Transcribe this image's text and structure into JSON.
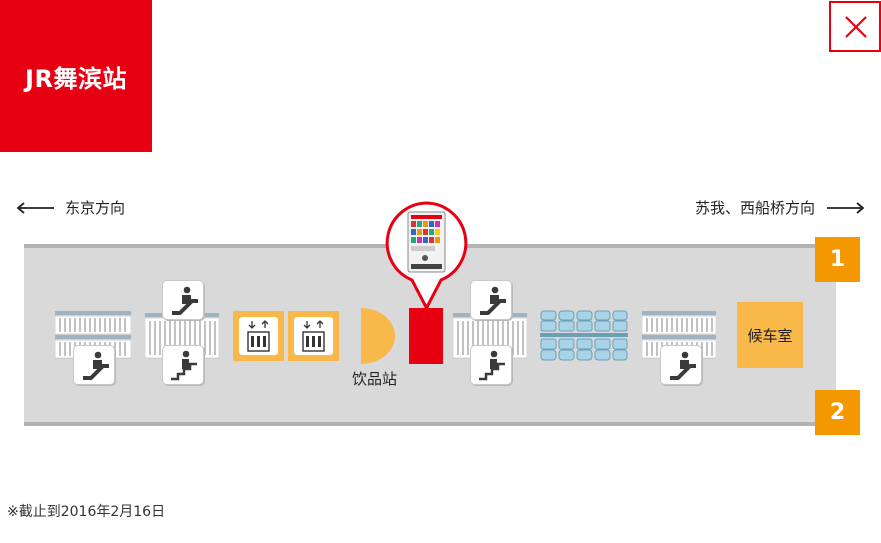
{
  "station": {
    "name": "JR舞滨站"
  },
  "directions": {
    "left": "东京方向",
    "right": "苏我、西船桥方向"
  },
  "tracks": {
    "top": "1",
    "bottom": "2"
  },
  "labels": {
    "drink_station": "饮品站",
    "waiting_room": "候车室"
  },
  "footnote": "※截止到2016年2月16日",
  "colors": {
    "jr_red": "#e60012",
    "track_orange": "#f39800",
    "facility_orange": "#f8b84a",
    "platform_gray": "#d9d9d9",
    "seat_blue": "#a9d3e6"
  },
  "icons": [
    "close-icon",
    "arrow-left-icon",
    "arrow-right-icon",
    "escalator-icon",
    "stairs-icon",
    "elevator-icon",
    "vending-machine-icon",
    "bench-icon",
    "ticket-gate-icon"
  ]
}
